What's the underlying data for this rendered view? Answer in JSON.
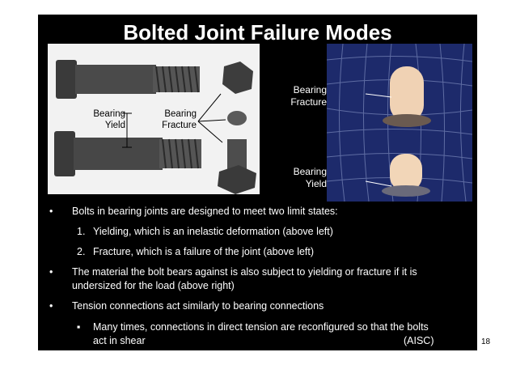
{
  "slide": {
    "title": "Bolted Joint Failure Modes",
    "left_photo": {
      "labels": {
        "bearing_yield_1": "Bearing",
        "bearing_yield_2": "Yield",
        "bearing_fracture_1": "Bearing",
        "bearing_fracture_2": "Fracture"
      }
    },
    "right_photo": {
      "labels": {
        "bearing_fracture_1": "Bearing",
        "bearing_fracture_2": "Fracture",
        "bearing_yield_1": "Bearing",
        "bearing_yield_2": "Yield"
      }
    },
    "bullets": [
      {
        "mark": "•",
        "text": "Bolts in bearing joints are designed to meet two limit states:"
      },
      {
        "mark": "1.",
        "text": "Yielding, which is an inelastic deformation (above left)"
      },
      {
        "mark": "2.",
        "text": "Fracture, which is a failure of the joint (above left)"
      },
      {
        "mark": "•",
        "text_line1": "The material the bolt bears against is also subject to yielding or fracture if it is",
        "text_line2": "undersized for the load (above right)"
      },
      {
        "mark": "•",
        "text": "Tension connections act similarly to bearing connections"
      },
      {
        "mark": "▪",
        "text_line1": "Many times, connections in direct tension are reconfigured so that the bolts",
        "text_line2": "act in shear",
        "source": "(AISC)"
      }
    ],
    "page_number": "18",
    "colors": {
      "background": "#000000",
      "text": "#ffffff",
      "photo_right_bg": "#1d2a6b"
    }
  }
}
